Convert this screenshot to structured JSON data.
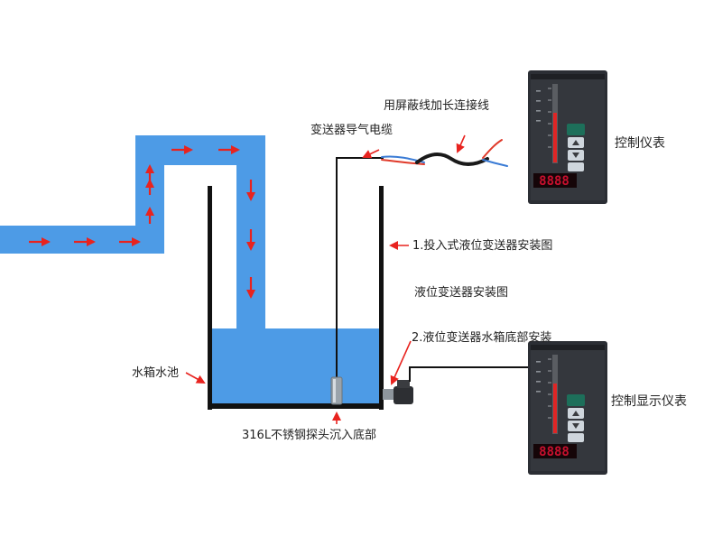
{
  "labels": {
    "shielded_cable": "用屏蔽线加长连接线",
    "transmitter_cable": "变送器导气电缆",
    "controller_top": "控制仪表",
    "install_1": "1.投入式液位变送器安装图",
    "install_title": "液位变送器安装图",
    "install_2": "2.液位变送器水箱底部安装",
    "tank": "水箱水池",
    "controller_bottom": "控制显示仪表",
    "probe": "316L不锈钢探头沉入底部"
  },
  "colors": {
    "water": "#4d9be6",
    "arrow": "#e8231f",
    "wall": "#111111",
    "meter_body": "#2b2e34",
    "meter_display": "#c8102e"
  },
  "meter": {
    "top_display": "8888",
    "bottom_display": "8888"
  }
}
